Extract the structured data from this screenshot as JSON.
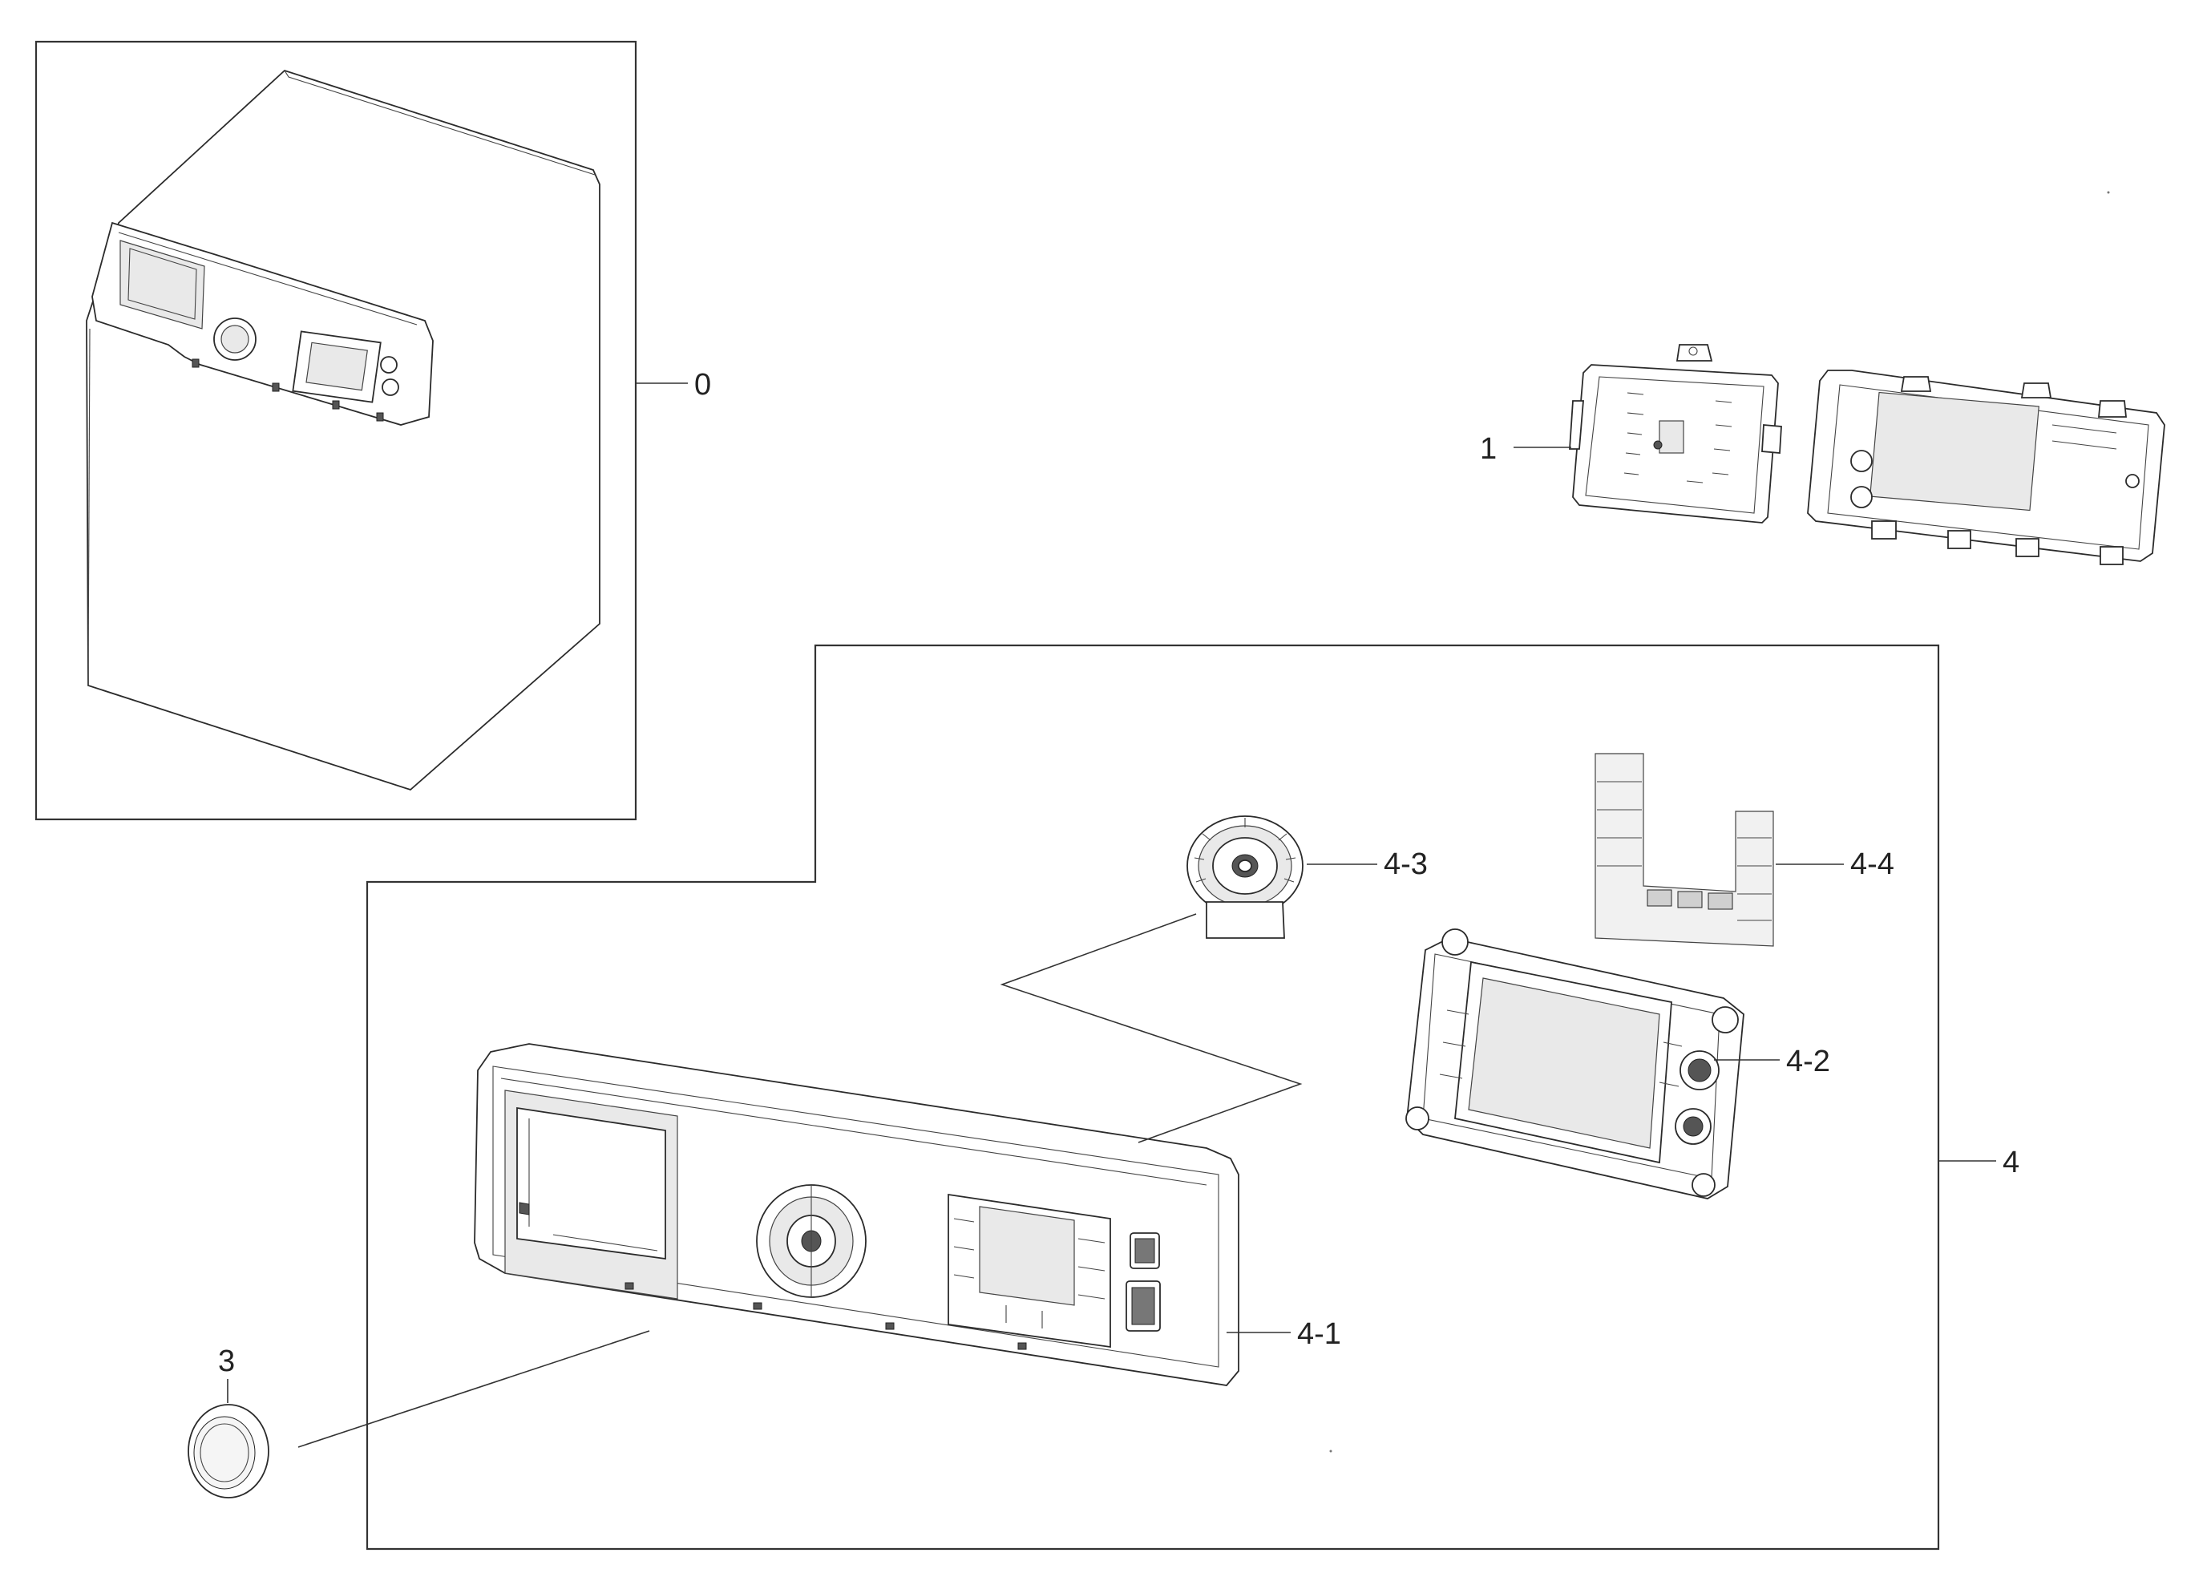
{
  "diagram": {
    "labels": {
      "part_0": "0",
      "part_1": "1",
      "part_3": "3",
      "part_4": "4",
      "part_4_1": "4-1",
      "part_4_2": "4-2",
      "part_4_3": "4-3",
      "part_4_4": "4-4"
    },
    "colors": {
      "line": "#333333",
      "text": "#222222",
      "background": "#ffffff"
    }
  }
}
